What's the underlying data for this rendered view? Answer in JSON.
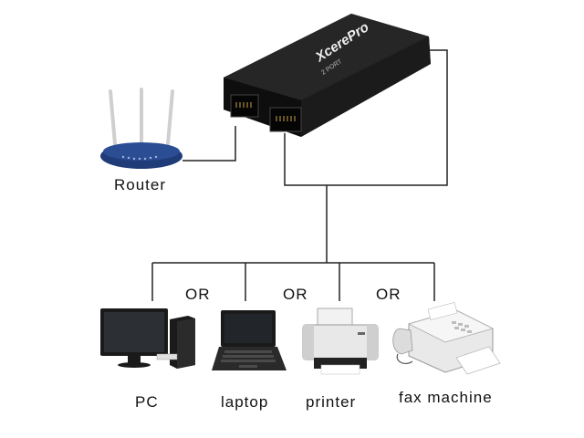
{
  "splitter": {
    "brand": "XcerePro",
    "subtext": "2 PORT"
  },
  "labels": {
    "router": "Router",
    "pc": "PC",
    "laptop": "laptop",
    "printer": "printer",
    "fax": "fax machine",
    "or1": "OR",
    "or2": "OR",
    "or3": "OR"
  },
  "colors": {
    "line": "#222222",
    "device_body": "#1a1a1a",
    "router_body": "#1f3b78"
  }
}
